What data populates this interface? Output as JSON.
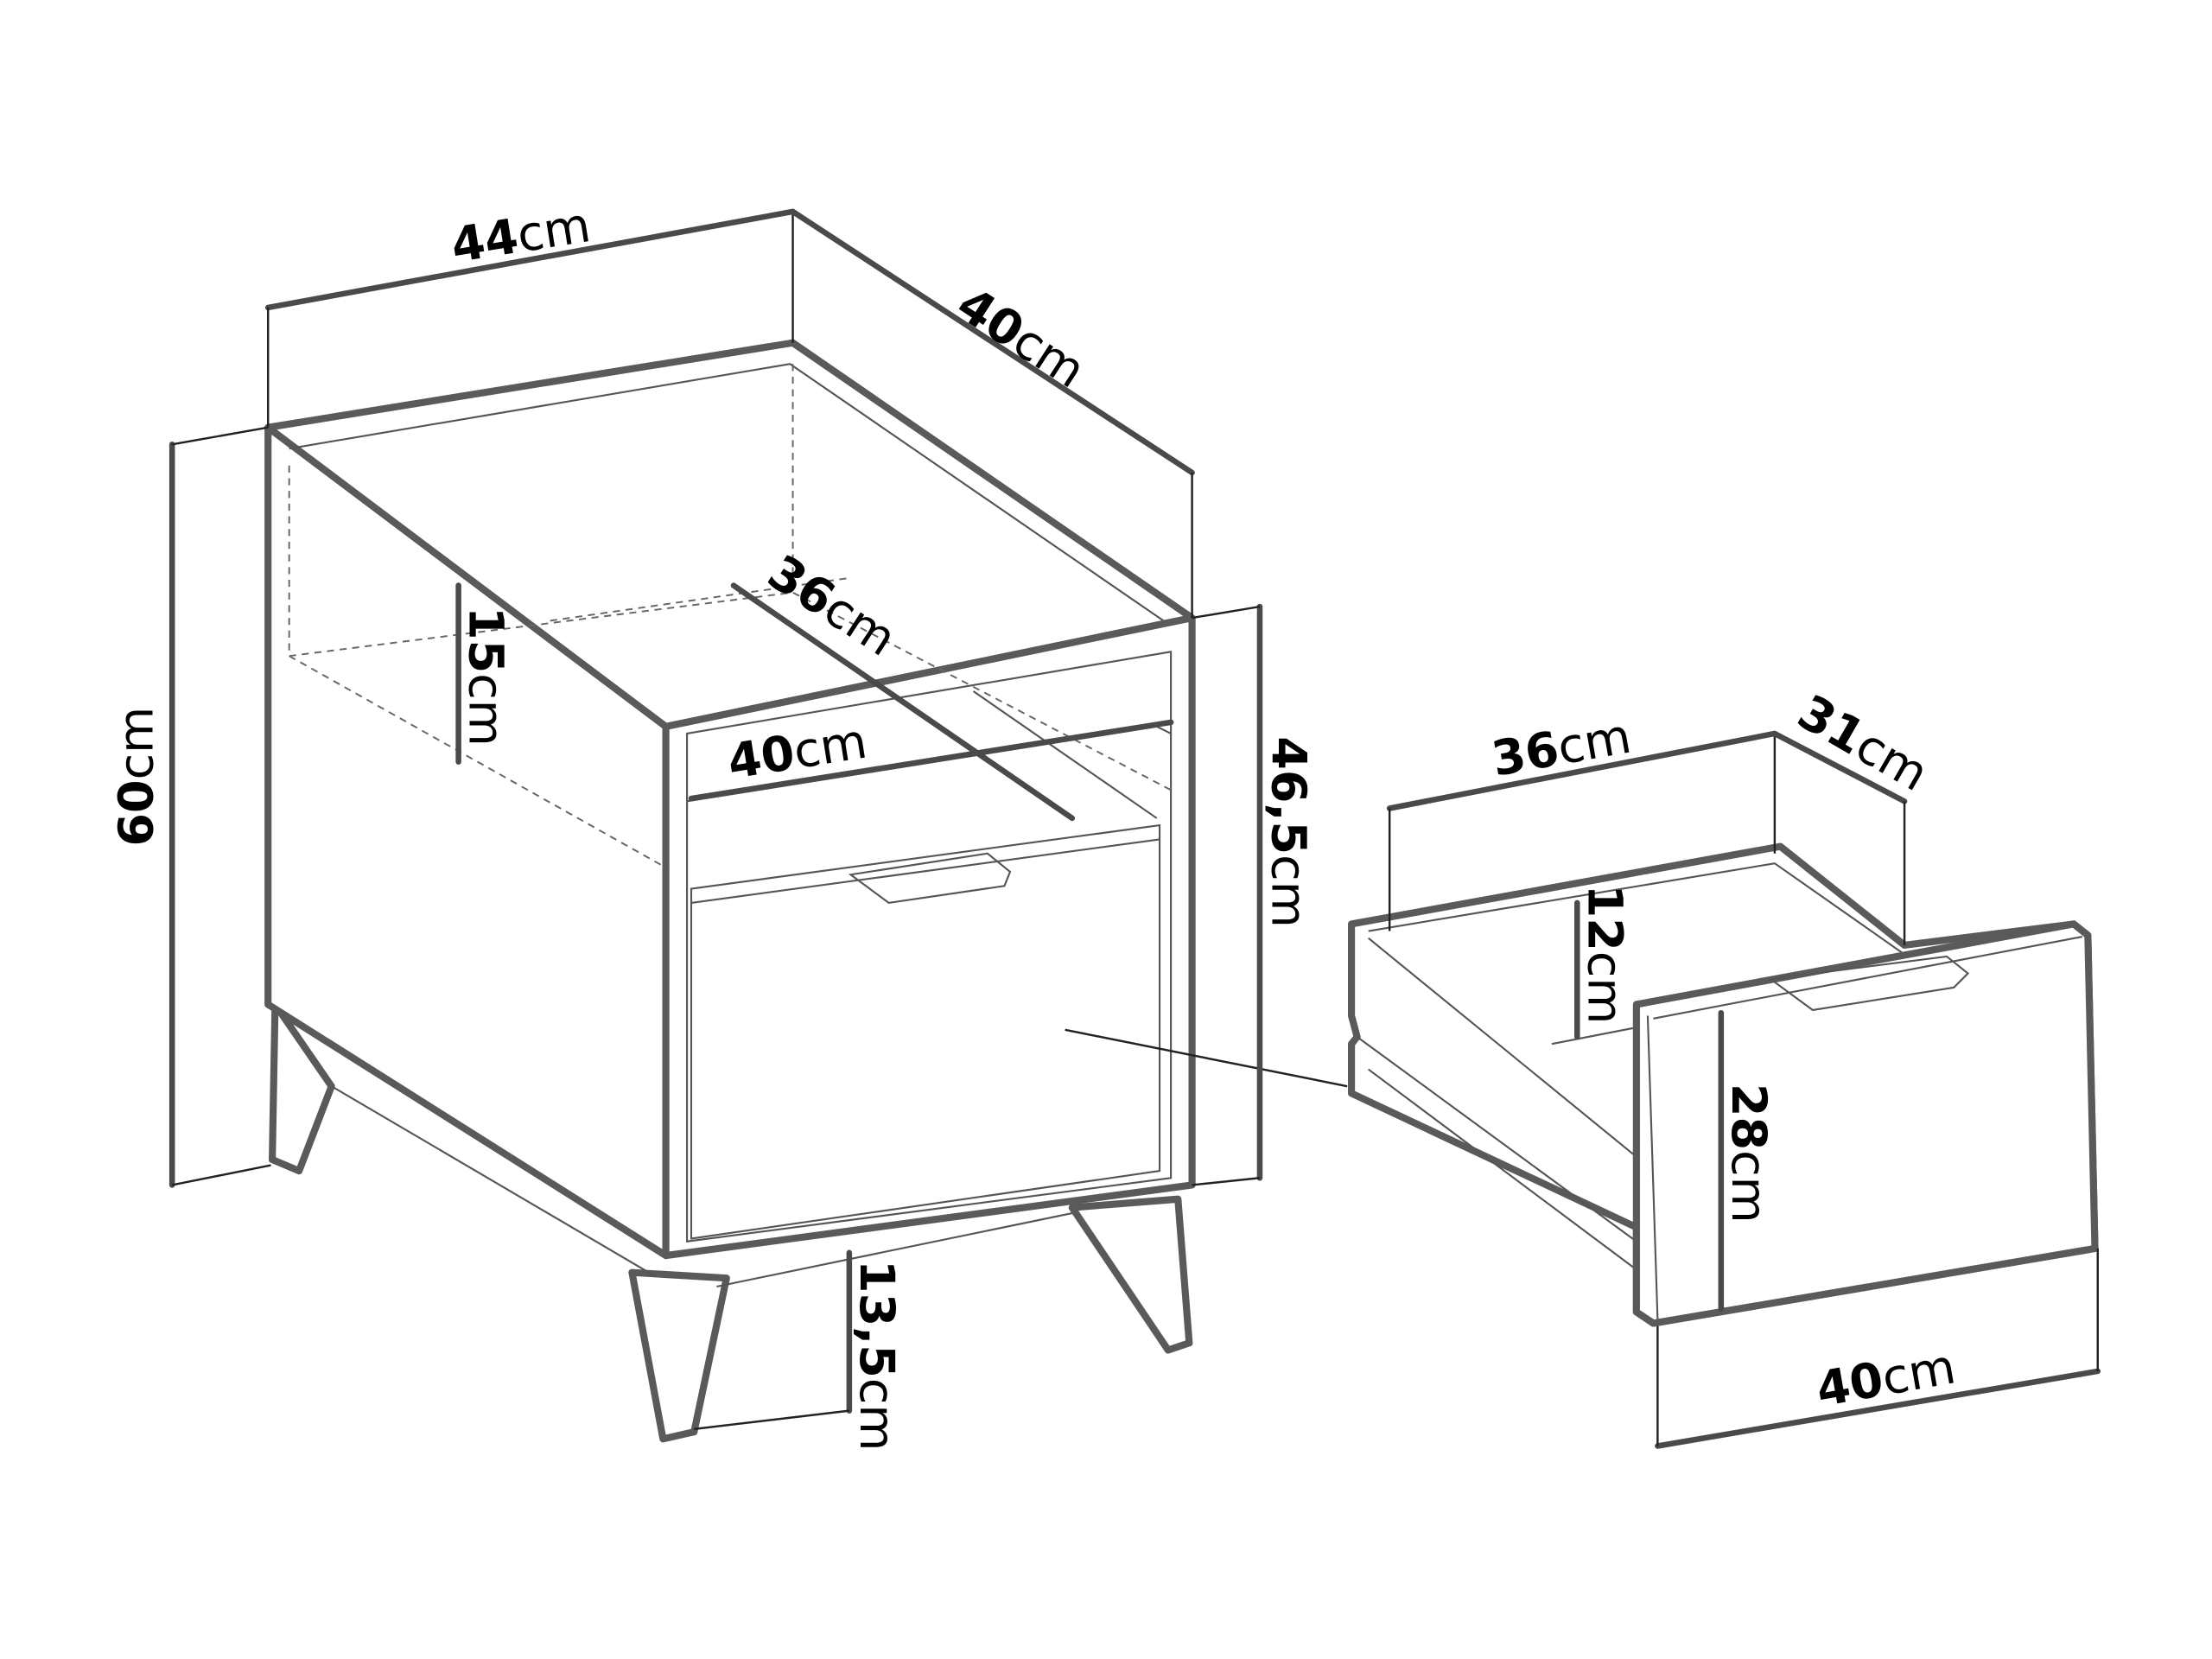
{
  "colors": {
    "outline": "#5a5a5a",
    "text": "#000000",
    "background": "#ffffff"
  },
  "cabinet": {
    "width": {
      "value": "44",
      "unit": "cm"
    },
    "depth": {
      "value": "40",
      "unit": "cm"
    },
    "height": {
      "value": "60",
      "unit": "cm"
    },
    "shelf_height": {
      "value": "15",
      "unit": "cm"
    },
    "shelf_depth": {
      "value": "36",
      "unit": "cm"
    },
    "shelf_width": {
      "value": "40",
      "unit": "cm"
    },
    "body_height": {
      "value": "46,5",
      "unit": "cm"
    },
    "leg_height": {
      "value": "13,5",
      "unit": "cm"
    }
  },
  "drawer": {
    "inner_width": {
      "value": "36",
      "unit": "cm"
    },
    "inner_depth": {
      "value": "31",
      "unit": "cm"
    },
    "inner_height": {
      "value": "12",
      "unit": "cm"
    },
    "front_height": {
      "value": "28",
      "unit": "cm"
    },
    "front_width": {
      "value": "40",
      "unit": "cm"
    }
  }
}
